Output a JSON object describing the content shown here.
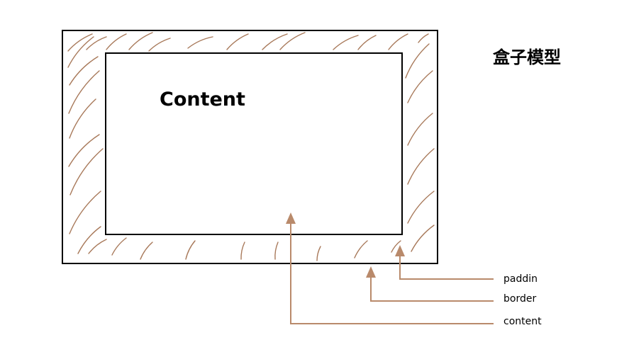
{
  "diagram": {
    "title": "盒子模型",
    "content_label": "Content",
    "legend": {
      "padding": "paddin",
      "border": "border",
      "content": "content"
    },
    "colors": {
      "stroke": "#000000",
      "hatch": "#a8795a",
      "arrow": "#b98a6b"
    }
  }
}
